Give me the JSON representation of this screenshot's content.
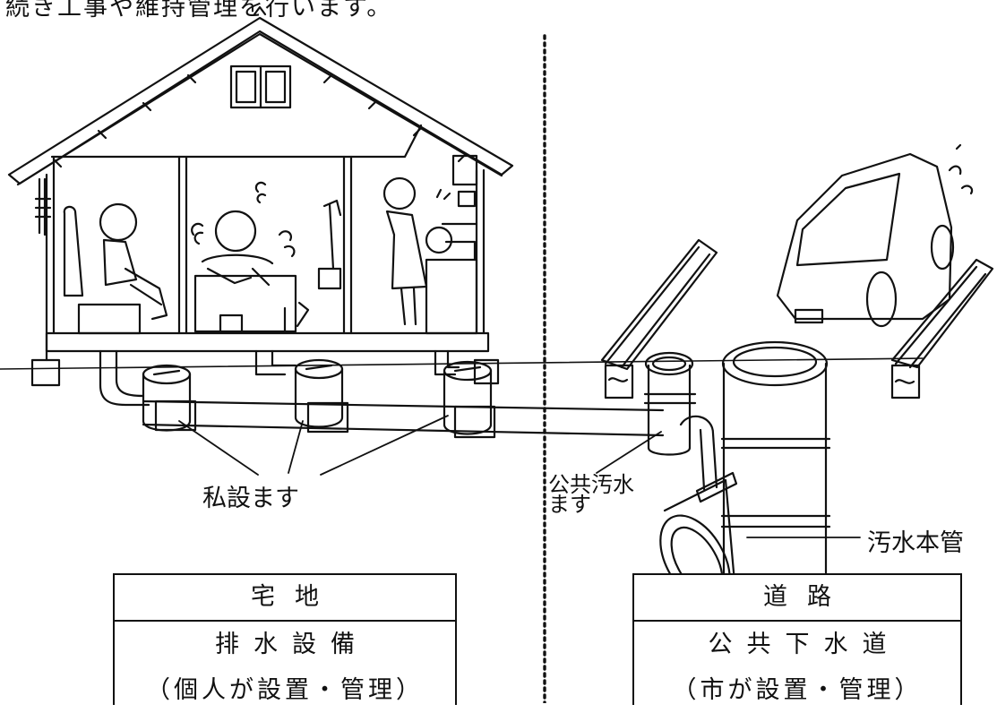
{
  "top_text": "続き工事や維持管理を行います。",
  "labels": {
    "private_inlet": "私設ます",
    "public_inlet": "公共汚水\nます",
    "main_sewer": "汚水本管"
  },
  "tables": {
    "left": {
      "header": "宅地",
      "line1": "排水設備",
      "line2": "（個人が設置・管理）"
    },
    "right": {
      "header": "道路",
      "line1": "公共下水道",
      "line2": "（市が設置・管理）"
    }
  },
  "colors": {
    "ink": "#111111",
    "background": "#ffffff"
  }
}
